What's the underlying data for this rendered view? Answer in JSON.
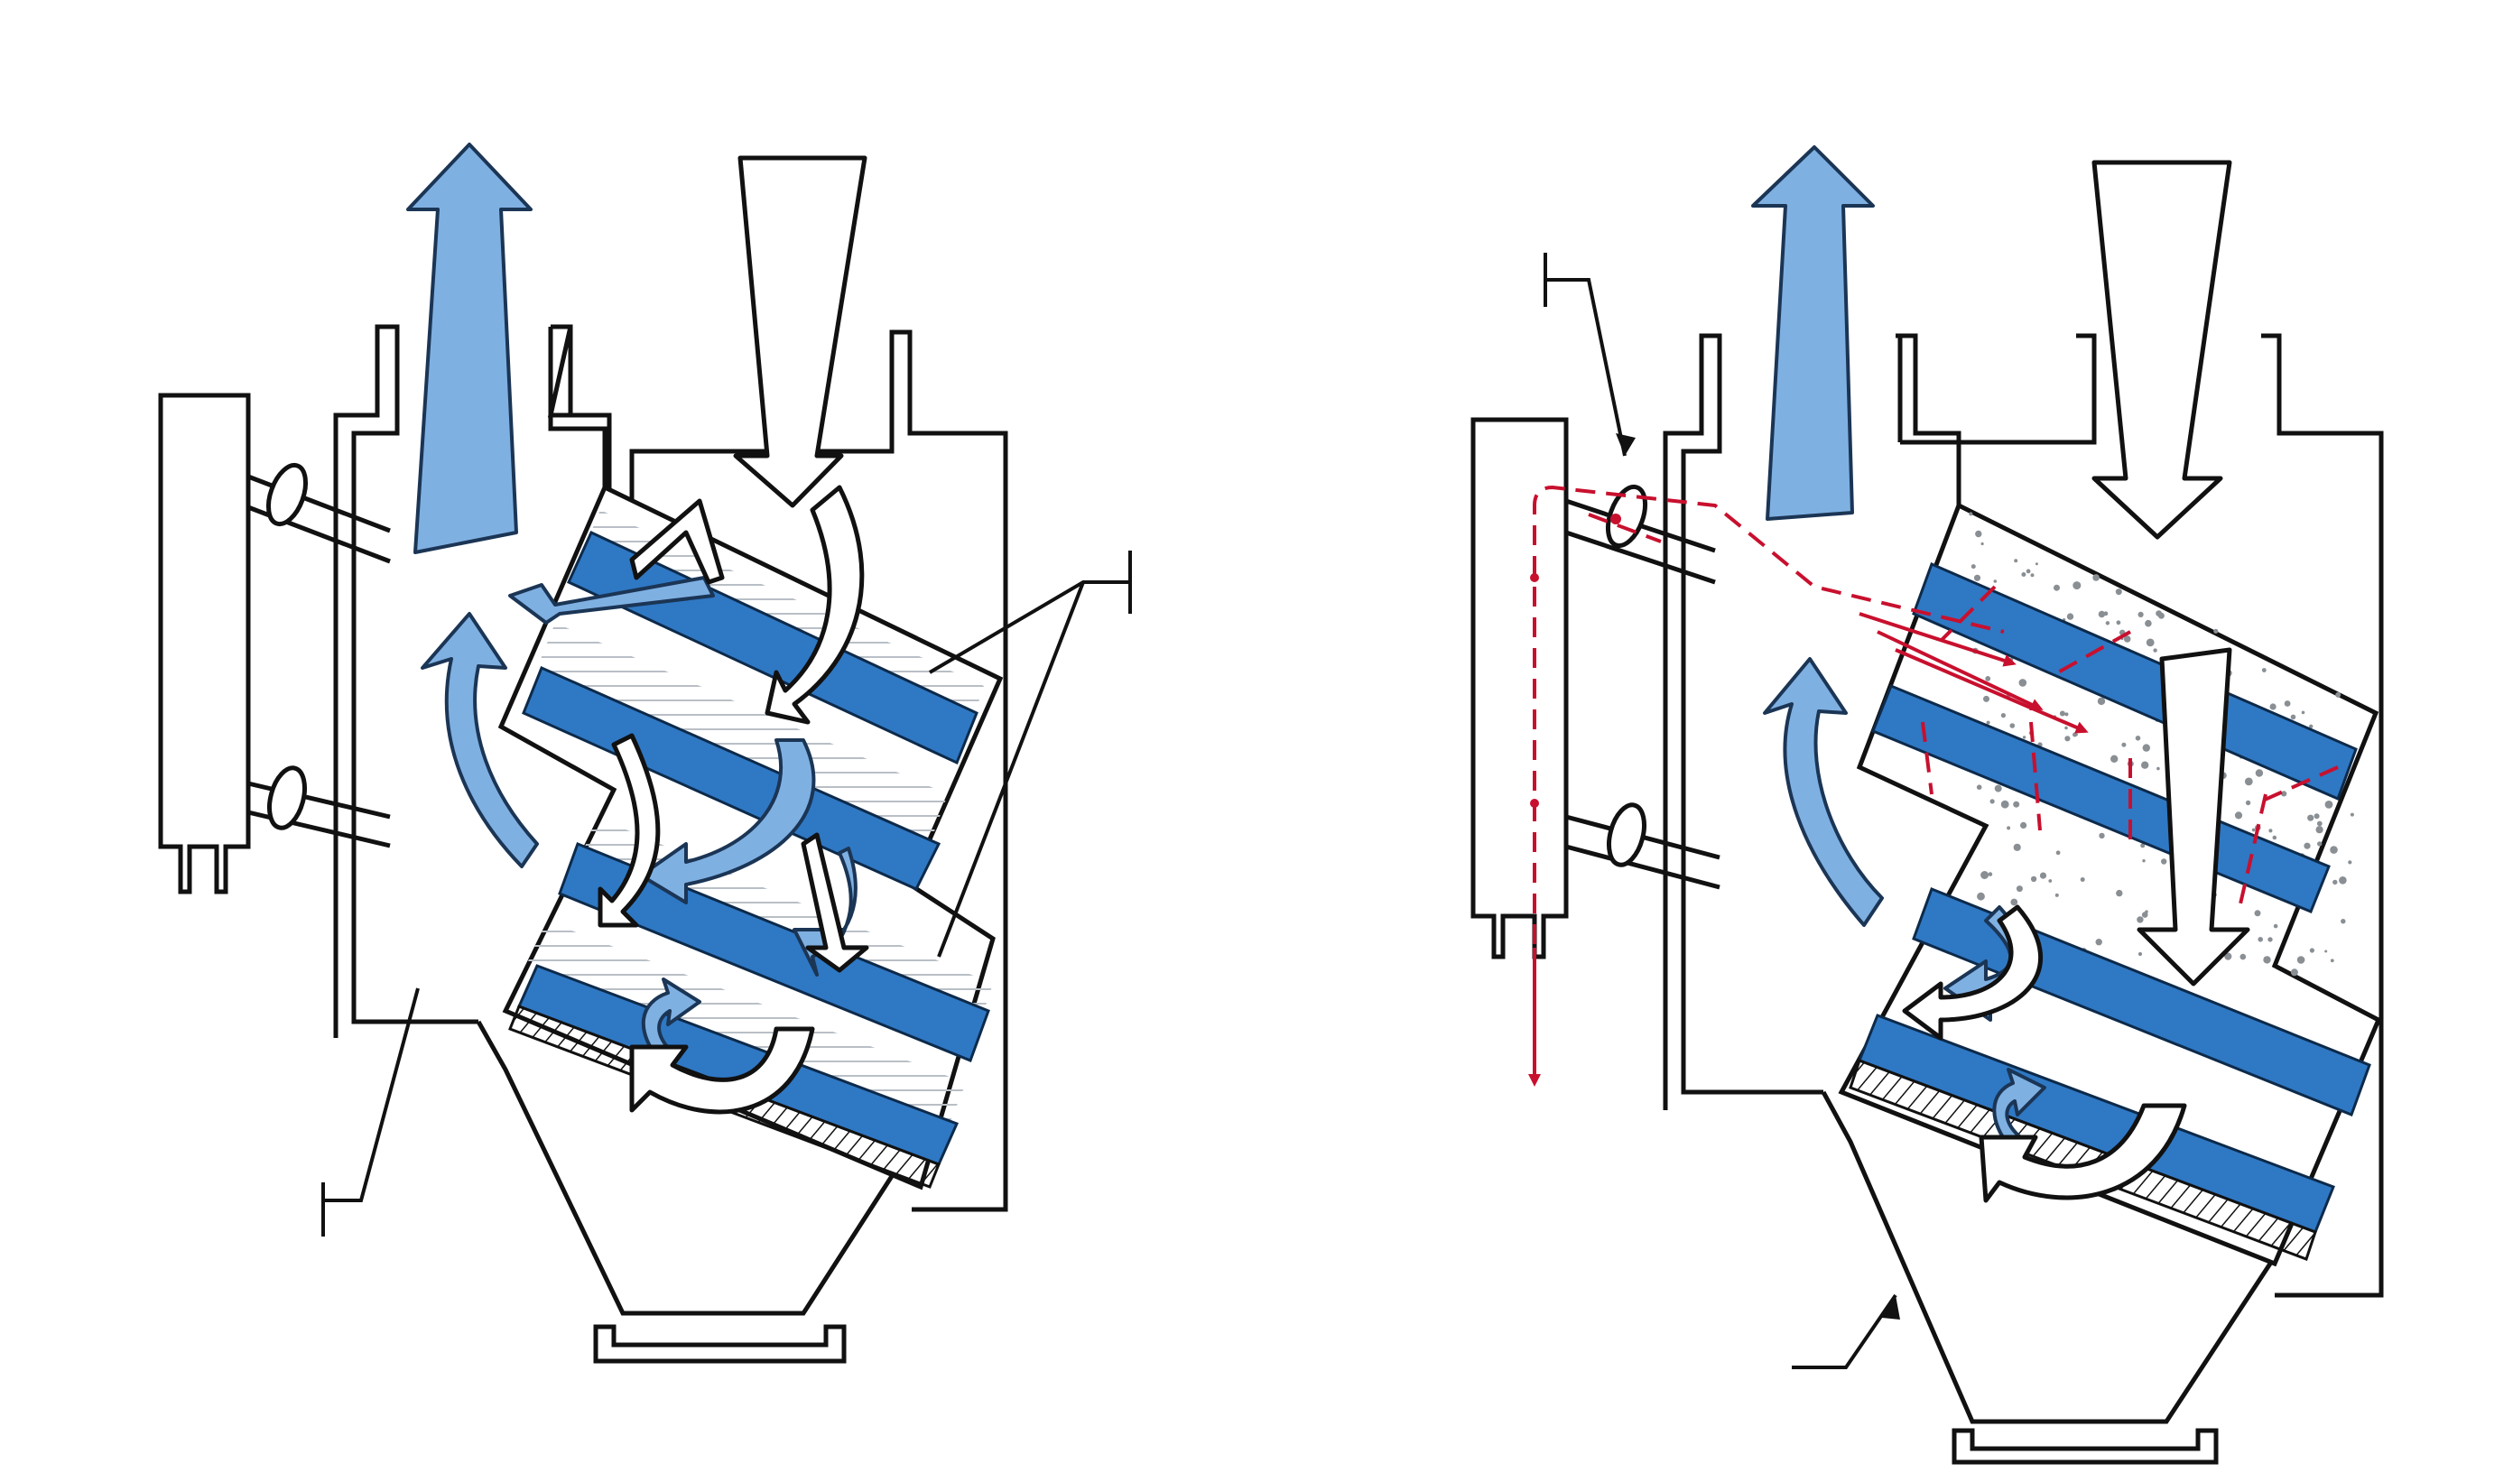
{
  "colors": {
    "filter_band": "#2f78c4",
    "air_flow": "#7fb0e2",
    "dust_flow": "#c8102e",
    "line": "#111111"
  },
  "panels": [
    {
      "name": "left-panel",
      "state": "filtering"
    },
    {
      "name": "right-panel",
      "state": "cleaning"
    }
  ]
}
